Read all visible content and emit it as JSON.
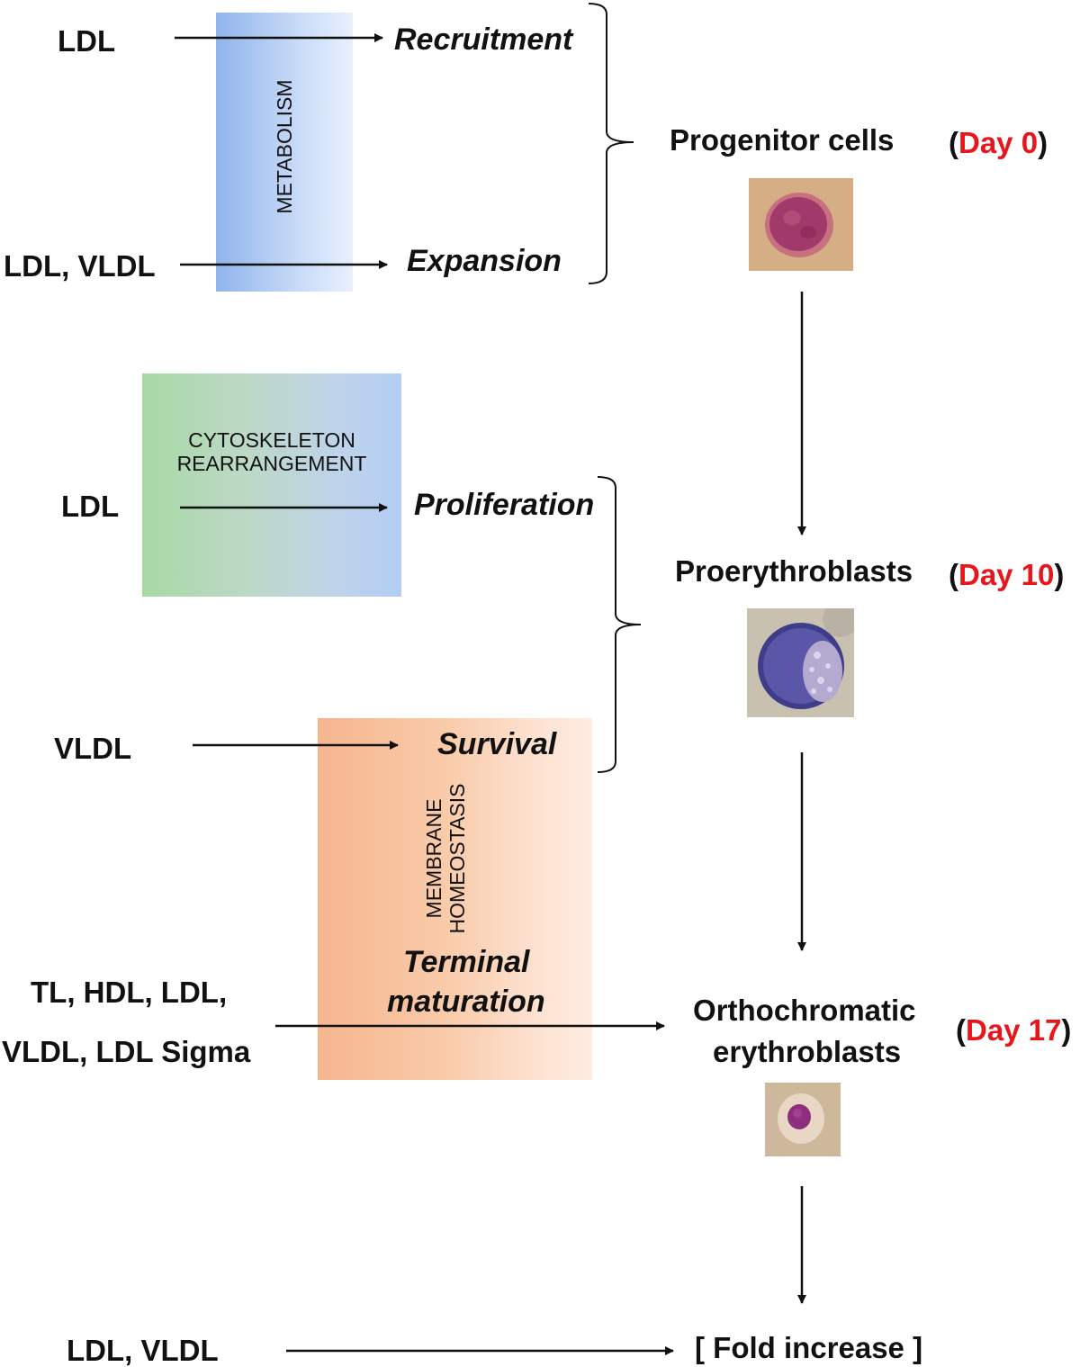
{
  "boxes": {
    "metabolism": "METABOLISM",
    "cytoskeleton_line1": "CYTOSKELETON",
    "cytoskeleton_line2": "REARRANGEMENT",
    "membrane_line1": "MEMBRANE",
    "membrane_line2": "HOMEOSTASIS"
  },
  "inputs": {
    "recruitment": "LDL",
    "expansion": "LDL, VLDL",
    "proliferation": "LDL",
    "survival": "VLDL",
    "terminal_line1": "TL, HDL, LDL,",
    "terminal_line2": "VLDL, LDL Sigma",
    "fold": "LDL, VLDL"
  },
  "processes": {
    "recruitment": "Recruitment",
    "expansion": "Expansion",
    "proliferation": "Proliferation",
    "survival": "Survival",
    "terminal_line1": "Terminal",
    "terminal_line2": "maturation"
  },
  "stages": [
    {
      "name": "Progenitor cells",
      "day_open": "(",
      "day": "Day 0",
      "day_close": ")"
    },
    {
      "name": "Proerythroblasts",
      "day_open": "(",
      "day": "Day 10",
      "day_close": ")"
    },
    {
      "name_line1": "Orthochromatic",
      "name_line2": "erythroblasts",
      "day_open": "(",
      "day": "Day 17",
      "day_close": ")"
    }
  ],
  "outcome": "[ Fold increase ]",
  "colors": {
    "day_label": "#e8161b",
    "metabolism_box": "#8fb4ec",
    "cytoskeleton_box_left": "#a8d9a4",
    "cytoskeleton_box_right": "#b3cdf3",
    "membrane_box": "#f6b58f"
  }
}
